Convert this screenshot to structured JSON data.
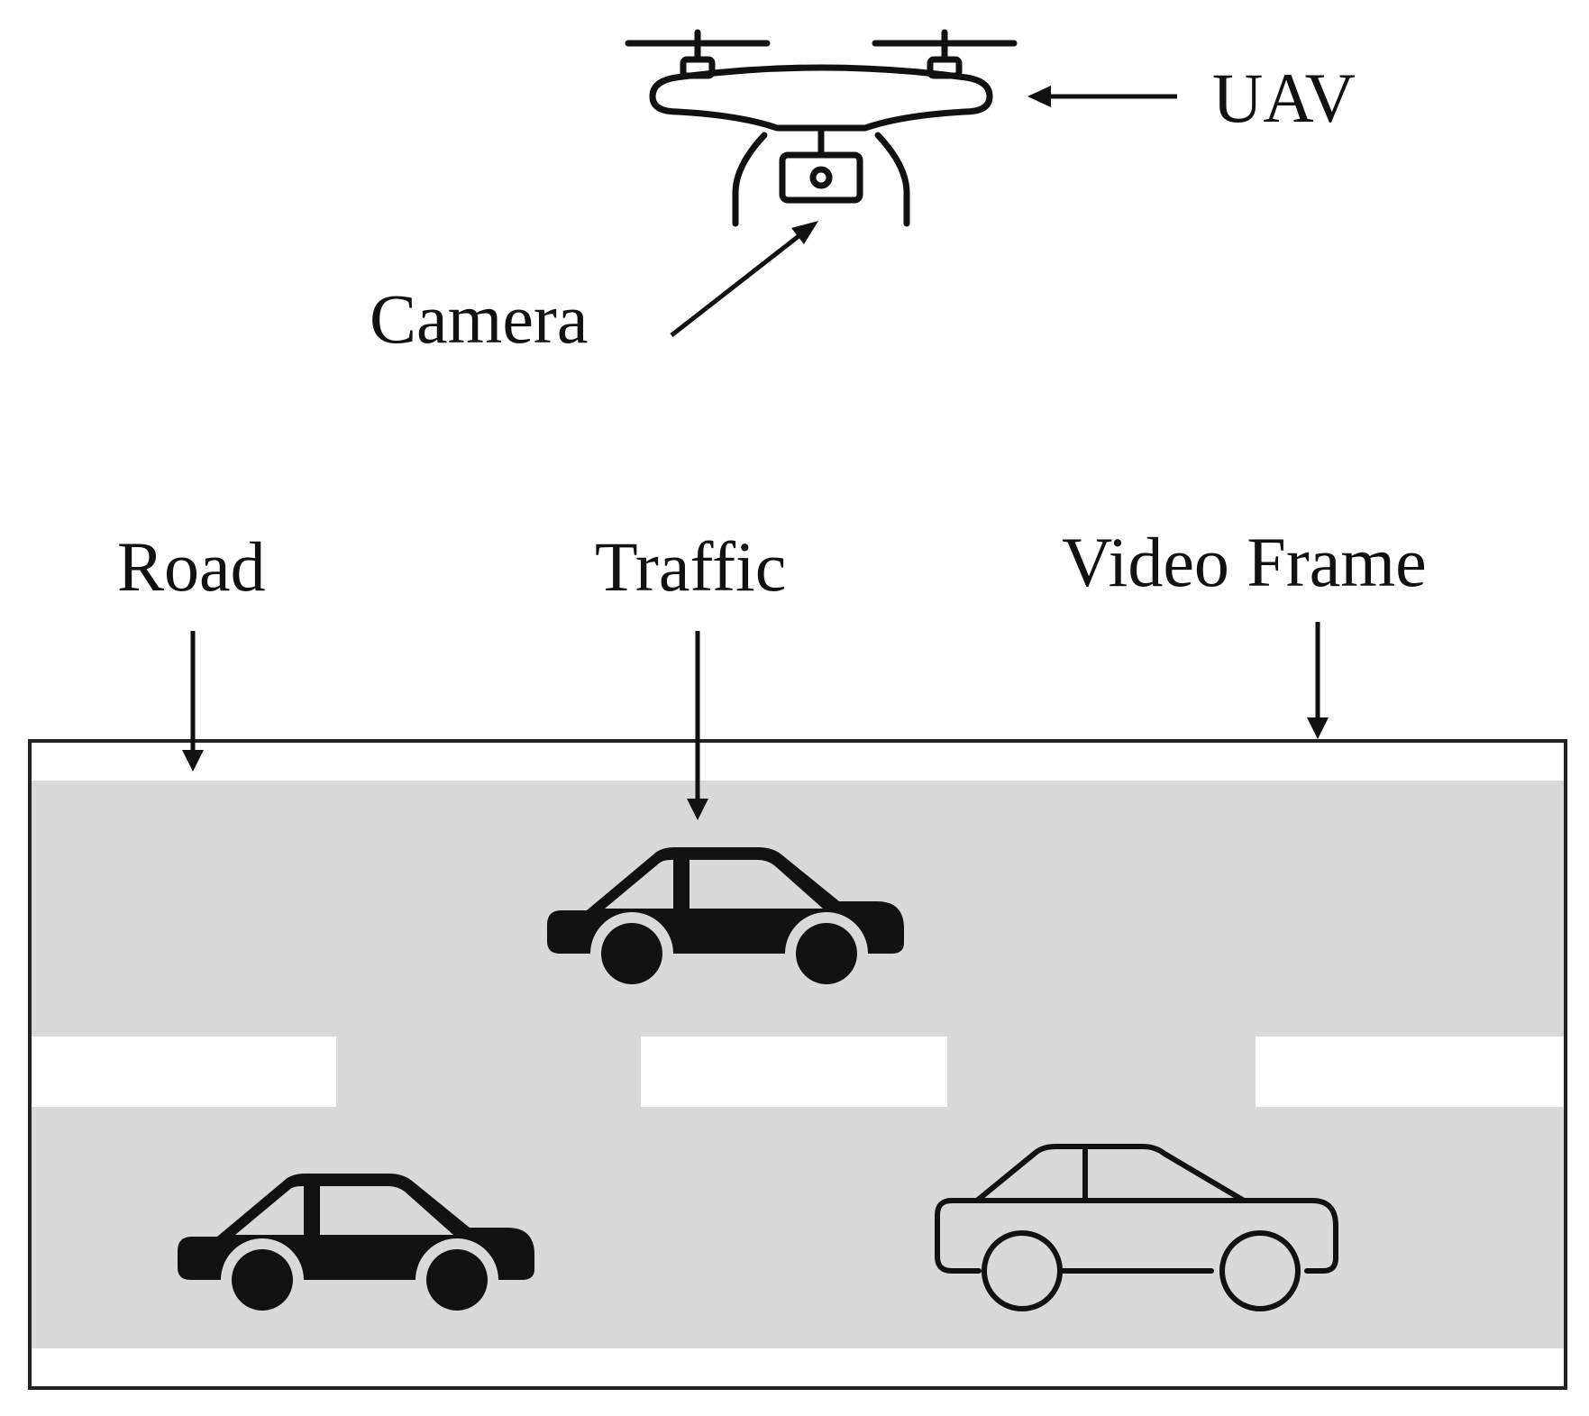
{
  "labels": {
    "uav": "UAV",
    "camera": "Camera",
    "road": "Road",
    "traffic": "Traffic",
    "video_frame": "Video Frame"
  },
  "icons": {
    "drone": "drone-icon",
    "camera": "camera-icon",
    "car_filled": "car-filled-icon",
    "car_outline": "car-outline-icon"
  },
  "colors": {
    "road": "#d9d9d9",
    "ink": "#111111",
    "lane_marking": "#ffffff",
    "frame_border": "#222222"
  }
}
